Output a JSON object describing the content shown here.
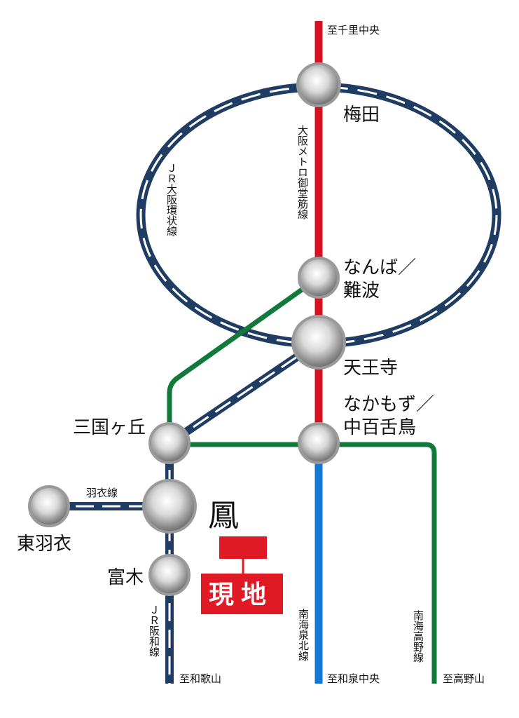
{
  "colors": {
    "midosuji_red": "#d6101f",
    "jr_navy": "#1f3d63",
    "nankai_green": "#117a3a",
    "semboku_blue": "#1477d1",
    "marker_red": "#e01a24"
  },
  "lines": {
    "loop": "ＪＲ大阪環状線",
    "midosuji": "大阪メトロ御堂筋線",
    "hagoromo": "羽衣線",
    "hanwa": "ＪＲ阪和線",
    "semboku": "南海泉北線",
    "koya": "南海高野線"
  },
  "terminals": {
    "senri": "至千里中央",
    "wakayama": "至和歌山",
    "izumichuo": "至和泉中央",
    "koyasan": "至高野山"
  },
  "stations": {
    "umeda": "梅田",
    "namba_1": "なんば／",
    "namba_2": "難波",
    "tennoji": "天王寺",
    "nakamozu_1": "なかもず／",
    "nakamozu_2": "中百舌鳥",
    "mikunigaoka": "三国ヶ丘",
    "otori": "鳳",
    "higashihagoromo": "東羽衣",
    "tomiki": "富木"
  },
  "marker": {
    "label": "現地"
  }
}
